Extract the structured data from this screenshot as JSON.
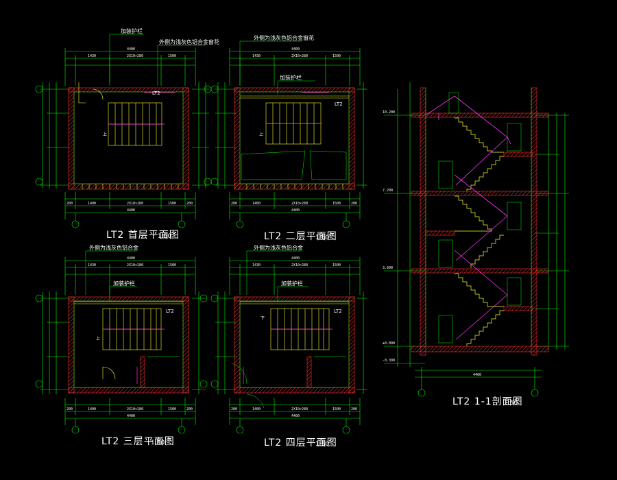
{
  "colors": {
    "background": "#000000",
    "dimension": "#00ff00",
    "wall": "#ff3333",
    "stair": "#ffff33",
    "handrail": "#ff33ff",
    "text": "#ffffff",
    "axis": "#00ff00"
  },
  "drawings": [
    {
      "id": "plan-1",
      "title": "LT2 首层平面图",
      "scale": "1:50",
      "notes": [
        "加装护栏",
        "外侧为浅灰色铝合金窗花"
      ],
      "dims_top": [
        "1430",
        "2X10×280",
        "1500",
        "4400"
      ],
      "dims_bottom": [
        "200",
        "1400",
        "2X10×280",
        "1500",
        "200",
        "4400"
      ]
    },
    {
      "id": "plan-2",
      "title": "LT2 二层平面图",
      "scale": "1:50",
      "notes": [
        "外侧为浅灰色铝合金窗花",
        "加装护栏"
      ],
      "dims_top": [
        "1430",
        "2X10×280",
        "1500",
        "4400"
      ],
      "dims_bottom": [
        "200",
        "1400",
        "2X10×280",
        "1500",
        "200",
        "4400"
      ]
    },
    {
      "id": "plan-3",
      "title": "LT2 三层平面图",
      "scale": "1:50",
      "notes": [
        "外侧为浅灰色铝合金",
        "加装护栏"
      ],
      "dims_top": [
        "1430",
        "2X10×280",
        "1500",
        "4400"
      ],
      "dims_bottom": [
        "200",
        "1400",
        "2X10×280",
        "1500",
        "200",
        "4400"
      ]
    },
    {
      "id": "plan-4",
      "title": "LT2 四层平面图",
      "scale": "1:50",
      "notes": [
        "外侧为浅灰色铝合金",
        "加装护栏"
      ],
      "dims_top": [
        "1430",
        "2X10×280",
        "1500",
        "4400"
      ],
      "dims_bottom": [
        "200",
        "1400",
        "2X10×280",
        "1500",
        "200",
        "4400"
      ]
    },
    {
      "id": "section",
      "title": "LT2 1-1剖面图",
      "scale": "1:50",
      "levels": [
        "10.200",
        "7.200",
        "3.600",
        "±0.000",
        "-0.300"
      ],
      "dims_bottom": [
        "4400"
      ]
    }
  ],
  "labels": {
    "stair_tag": "LT2",
    "up": "上",
    "down": "下"
  }
}
